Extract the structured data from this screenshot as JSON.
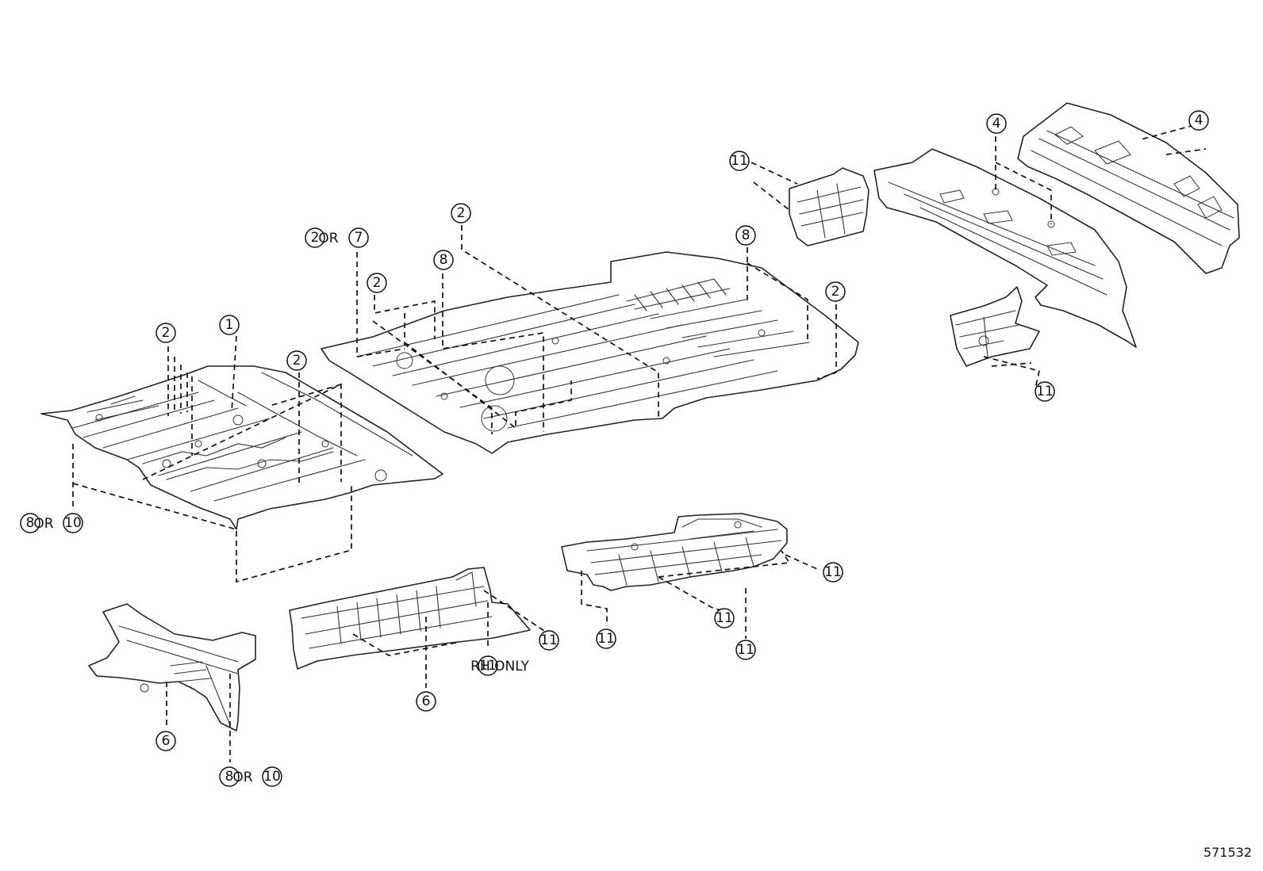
{
  "diagram": {
    "ref_code": "571532",
    "or_label": "OR",
    "note_rh_only": "RH ONLY",
    "callouts": {
      "c1": "1",
      "c2": "2",
      "c4": "4",
      "c6": "6",
      "c7": "7",
      "c8": "8",
      "c10": "10",
      "c11": "11"
    }
  }
}
